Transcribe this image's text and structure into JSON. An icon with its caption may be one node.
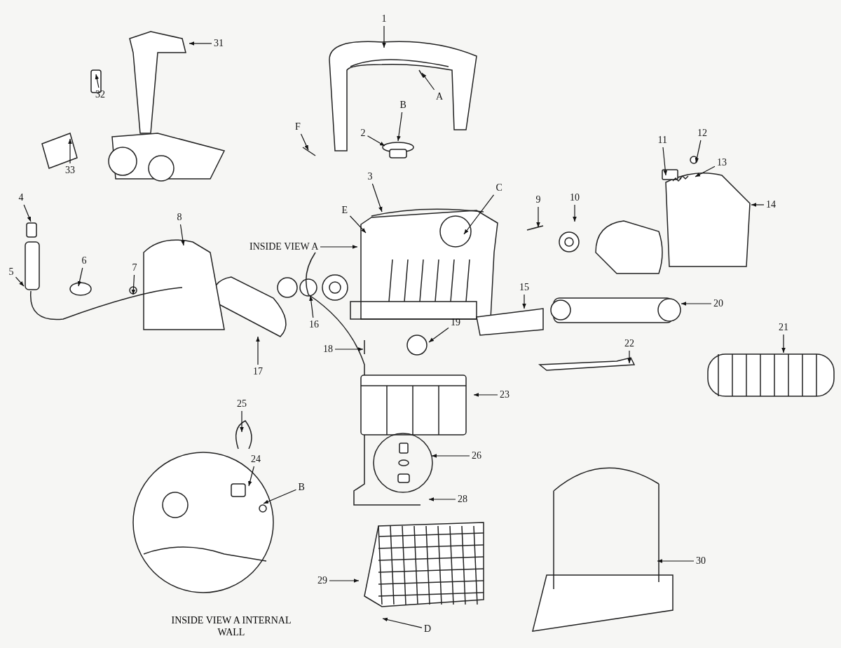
{
  "diagram": {
    "nodes": [
      {
        "text": [
          "31"
        ]
      },
      {
        "text": [
          "1"
        ]
      },
      {
        "text": [
          "32"
        ]
      },
      {
        "text": [
          "A"
        ]
      },
      {
        "text": [
          "B"
        ]
      },
      {
        "text": [
          "2"
        ]
      },
      {
        "text": [
          "F"
        ]
      },
      {
        "text": [
          "33"
        ]
      },
      {
        "text": [
          "11"
        ]
      },
      {
        "text": [
          "12"
        ]
      },
      {
        "text": [
          "13"
        ]
      },
      {
        "text": [
          "3"
        ]
      },
      {
        "text": [
          "C"
        ]
      },
      {
        "text": [
          "9"
        ]
      },
      {
        "text": [
          "10"
        ]
      },
      {
        "text": [
          "E"
        ]
      },
      {
        "text": [
          "14"
        ]
      },
      {
        "text": [
          "INSIDE VIEW A"
        ]
      },
      {
        "text": [
          "4"
        ]
      },
      {
        "text": [
          "5"
        ]
      },
      {
        "text": [
          "6"
        ]
      },
      {
        "text": [
          "7"
        ]
      },
      {
        "text": [
          "8"
        ]
      },
      {
        "text": [
          "15"
        ]
      },
      {
        "text": [
          "20"
        ]
      },
      {
        "text": [
          "16"
        ]
      },
      {
        "text": [
          "17"
        ]
      },
      {
        "text": [
          "18"
        ]
      },
      {
        "text": [
          "19"
        ]
      },
      {
        "text": [
          "21"
        ]
      },
      {
        "text": [
          "22"
        ]
      },
      {
        "text": [
          "23"
        ]
      },
      {
        "text": [
          "25"
        ]
      },
      {
        "text": [
          "24"
        ]
      },
      {
        "text": [
          "B"
        ]
      },
      {
        "text": [
          "26"
        ]
      },
      {
        "text": [
          "28"
        ]
      },
      {
        "text": [
          "29"
        ]
      },
      {
        "text": [
          "30"
        ]
      },
      {
        "text": [
          "D"
        ]
      }
    ],
    "edges": [
      {
        "from": 0,
        "to": null,
        "arrow": "to"
      },
      {
        "from": 1,
        "to": null,
        "arrow": "to"
      },
      {
        "from": 2,
        "to": null,
        "arrow": "to"
      },
      {
        "from": 3,
        "to": null,
        "arrow": "to"
      },
      {
        "from": 4,
        "to": null,
        "arrow": "to"
      },
      {
        "from": 5,
        "to": null,
        "arrow": "to"
      },
      {
        "from": 6,
        "to": null,
        "arrow": "to"
      },
      {
        "from": 7,
        "to": null,
        "arrow": "to"
      },
      {
        "from": 8,
        "to": null,
        "arrow": "to"
      },
      {
        "from": 9,
        "to": null,
        "arrow": "to"
      },
      {
        "from": 10,
        "to": null,
        "arrow": "to"
      },
      {
        "from": 11,
        "to": null,
        "arrow": "to"
      },
      {
        "from": 12,
        "to": null,
        "arrow": "to"
      },
      {
        "from": 13,
        "to": null,
        "arrow": "to"
      },
      {
        "from": 14,
        "to": null,
        "arrow": "to"
      },
      {
        "from": 15,
        "to": null,
        "arrow": "to"
      },
      {
        "from": 16,
        "to": null,
        "arrow": "to"
      },
      {
        "from": 17,
        "to": null,
        "arrow": "to"
      },
      {
        "from": 18,
        "to": null,
        "arrow": "to"
      },
      {
        "from": 19,
        "to": null,
        "arrow": "to"
      },
      {
        "from": 20,
        "to": null,
        "arrow": "to"
      },
      {
        "from": 21,
        "to": null,
        "arrow": "to"
      },
      {
        "from": 22,
        "to": null,
        "arrow": "to"
      },
      {
        "from": 23,
        "to": null,
        "arrow": "to"
      },
      {
        "from": 24,
        "to": null,
        "arrow": "to"
      },
      {
        "from": 25,
        "to": null,
        "arrow": "to"
      },
      {
        "from": 26,
        "to": null,
        "arrow": "to"
      },
      {
        "from": 27,
        "to": null,
        "arrow": "to"
      },
      {
        "from": 28,
        "to": null,
        "arrow": "to"
      },
      {
        "from": 29,
        "to": null,
        "arrow": "to"
      },
      {
        "from": 30,
        "to": null,
        "arrow": "to"
      },
      {
        "from": 31,
        "to": null,
        "arrow": "to"
      },
      {
        "from": 32,
        "to": null,
        "arrow": "to"
      },
      {
        "from": 33,
        "to": null,
        "arrow": "to"
      },
      {
        "from": 34,
        "to": null,
        "arrow": "to"
      },
      {
        "from": 35,
        "to": null,
        "arrow": "to"
      },
      {
        "from": 36,
        "to": null,
        "arrow": "to"
      },
      {
        "from": 37,
        "to": null,
        "arrow": "to"
      },
      {
        "from": 38,
        "to": null,
        "arrow": "to"
      },
      {
        "from": 39,
        "to": null,
        "arrow": "to"
      }
    ],
    "labels": [
      "INSIDE VIEW A INTERNAL WALL"
    ]
  }
}
